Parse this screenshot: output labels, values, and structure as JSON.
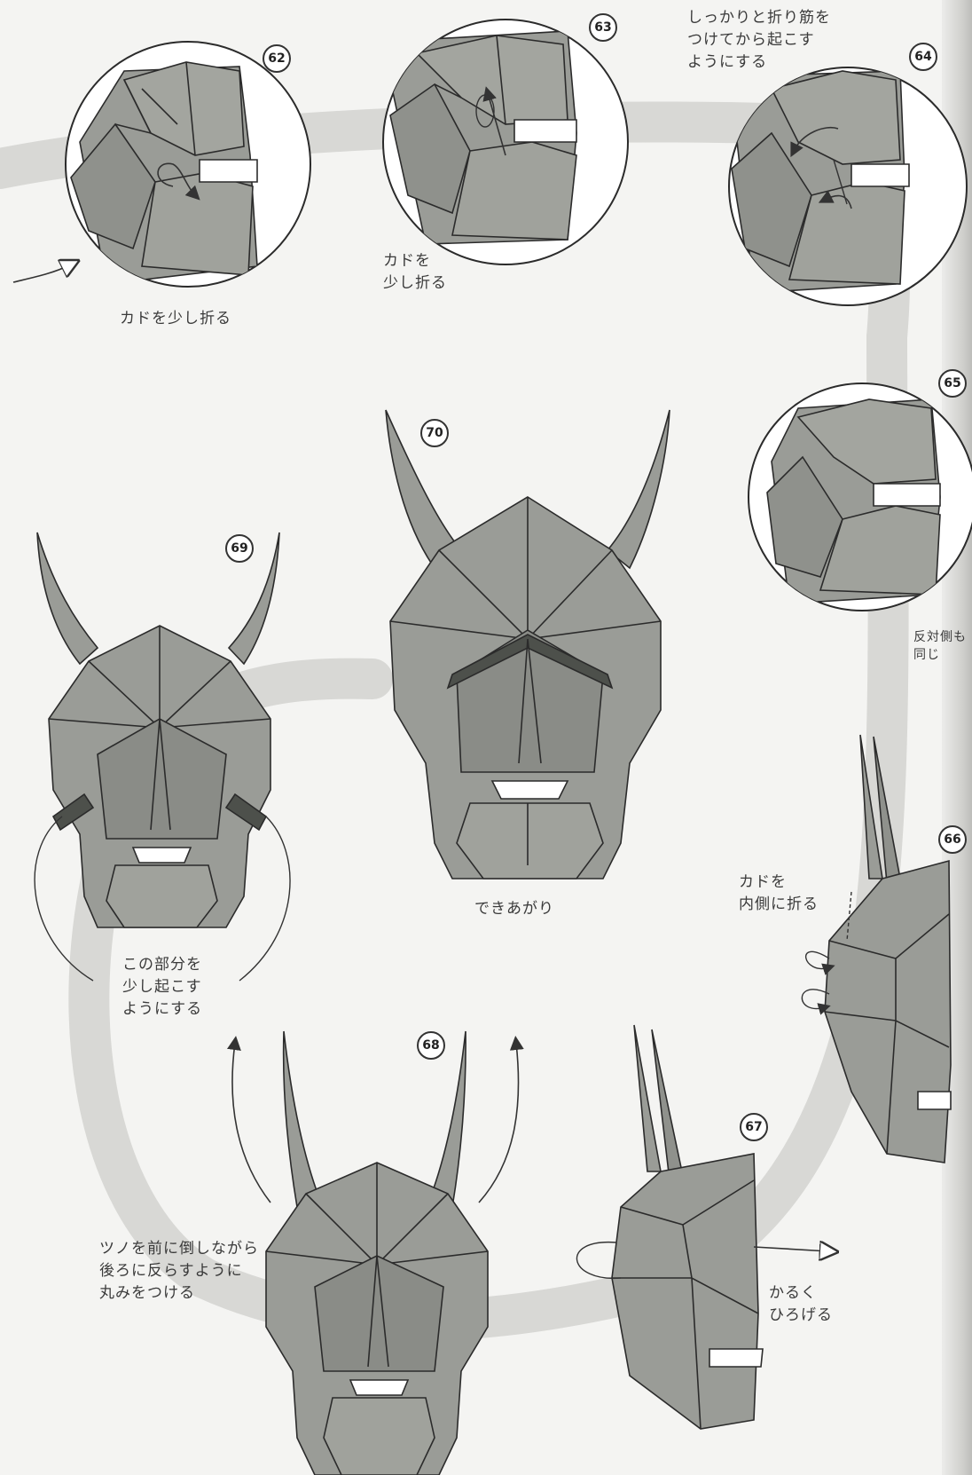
{
  "steps": [
    {
      "id": "62",
      "label": "カドを少し折る"
    },
    {
      "id": "63",
      "label": "カドを\n少し折る"
    },
    {
      "id": "64",
      "label": "しっかりと折り筋を\nつけてから起こす\nようにする"
    },
    {
      "id": "65",
      "label": "反対側も\n同じ"
    },
    {
      "id": "66",
      "label": "カドを\n内側に折る"
    },
    {
      "id": "67",
      "label": "かるく\nひろげる"
    },
    {
      "id": "68",
      "label": "ツノを前に倒しながら\n後ろに反らすように\n丸みをつける"
    },
    {
      "id": "69",
      "label": "この部分を\n少し起こす\nようにする"
    },
    {
      "id": "70",
      "label": "できあがり"
    }
  ],
  "colors": {
    "paper": "#9a9c97",
    "paper_dark": "#5d605b",
    "line": "#2b2b2b",
    "flow_band": "#d6d6d3",
    "background": "#f4f4f2"
  }
}
